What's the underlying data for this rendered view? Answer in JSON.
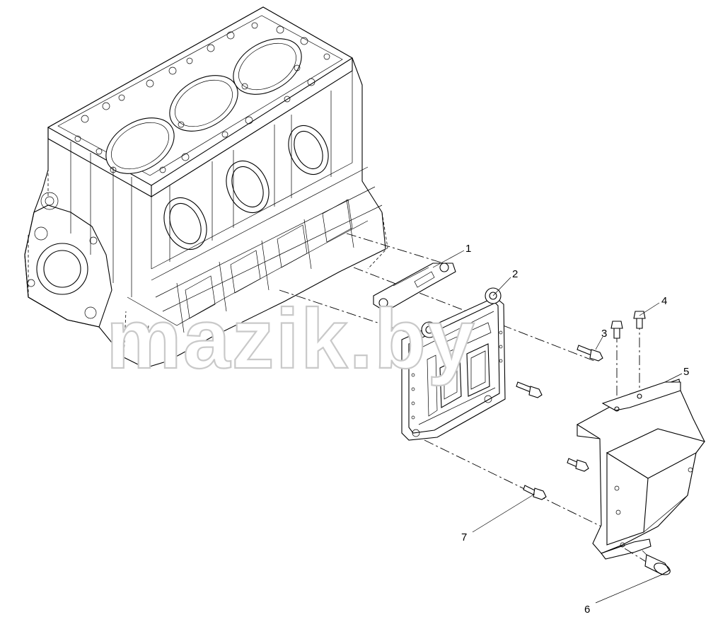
{
  "diagram": {
    "watermark": "mazik.by",
    "callouts": [
      {
        "label": "1",
        "part": "bracket"
      },
      {
        "label": "2",
        "part": "control-unit"
      },
      {
        "label": "3",
        "part": "bolt"
      },
      {
        "label": "4",
        "part": "bolt"
      },
      {
        "label": "5",
        "part": "cover-bracket"
      },
      {
        "label": "6",
        "part": "flange-bolt"
      },
      {
        "label": "7",
        "part": "bolt"
      }
    ]
  }
}
